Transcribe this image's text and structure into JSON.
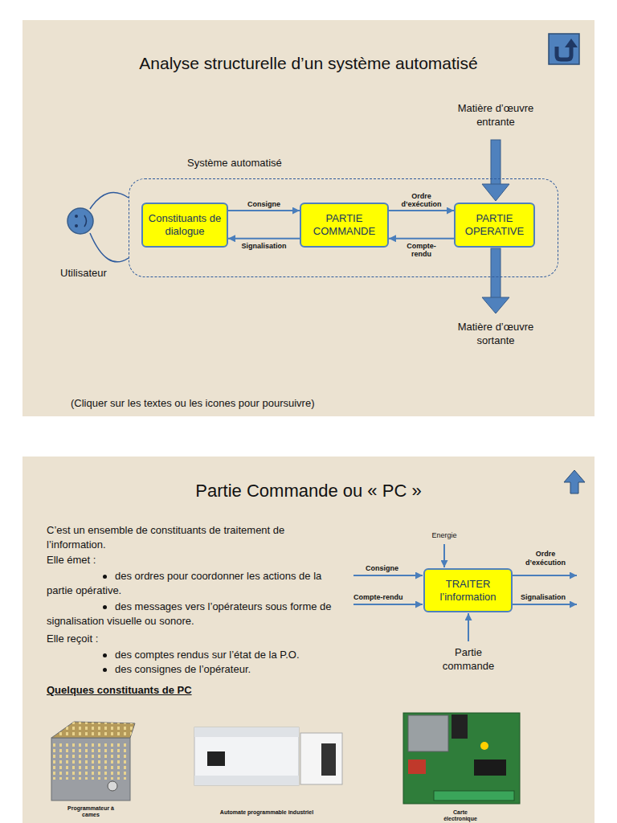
{
  "diagram": {
    "title": "Analyse structurelle d’un système automatisé",
    "nodes": [
      {
        "text": [
          "Utilisateur"
        ]
      },
      {
        "text": [
          "Système automatisé"
        ]
      },
      {
        "text": [
          "Constituants de dialogue"
        ],
        "in": 1
      },
      {
        "text": [
          "PARTIE COMMANDE"
        ],
        "in": 1
      },
      {
        "text": [
          "PARTIE OPERATIVE"
        ],
        "in": 1
      },
      {
        "text": [
          "TRAITER l’information"
        ]
      }
    ],
    "edges": [
      {
        "from": 0,
        "to": 1,
        "arrow": "none"
      },
      {
        "from": 2,
        "to": 3,
        "label": "Consigne",
        "arrow": "to"
      },
      {
        "from": 3,
        "to": 2,
        "label": "Signalisation",
        "arrow": "to"
      },
      {
        "from": 3,
        "to": 4,
        "label": "Ordre d’exécution",
        "arrow": "to"
      },
      {
        "from": 4,
        "to": 3,
        "label": "Compte-rendu",
        "arrow": "to"
      }
    ],
    "labels": [
      "Matière d’œuvre entrante",
      "Matière d’œuvre sortante",
      "(Cliquer sur les textes ou les icones pour poursuivre)",
      "Partie Commande ou « PC »",
      "C’est un ensemble de constituants de traitement de l’information.",
      "Elle émet :",
      "des ordres pour coordonner les actions de la partie opérative.",
      "des messages vers l’opérateurs sous forme de signalisation visuelle ou sonore.",
      "Elle reçoit :",
      "des comptes rendus sur l’état de la P.O.",
      "des consignes de l’opérateur.",
      "Energie",
      "Consigne",
      "Compte-rendu",
      "Ordre d’exécution",
      "Signalisation",
      "Partie commande",
      "Quelques constituants de PC",
      "Programmateur à cames",
      "Automate programmable industriel",
      "Carte électronique"
    ]
  }
}
